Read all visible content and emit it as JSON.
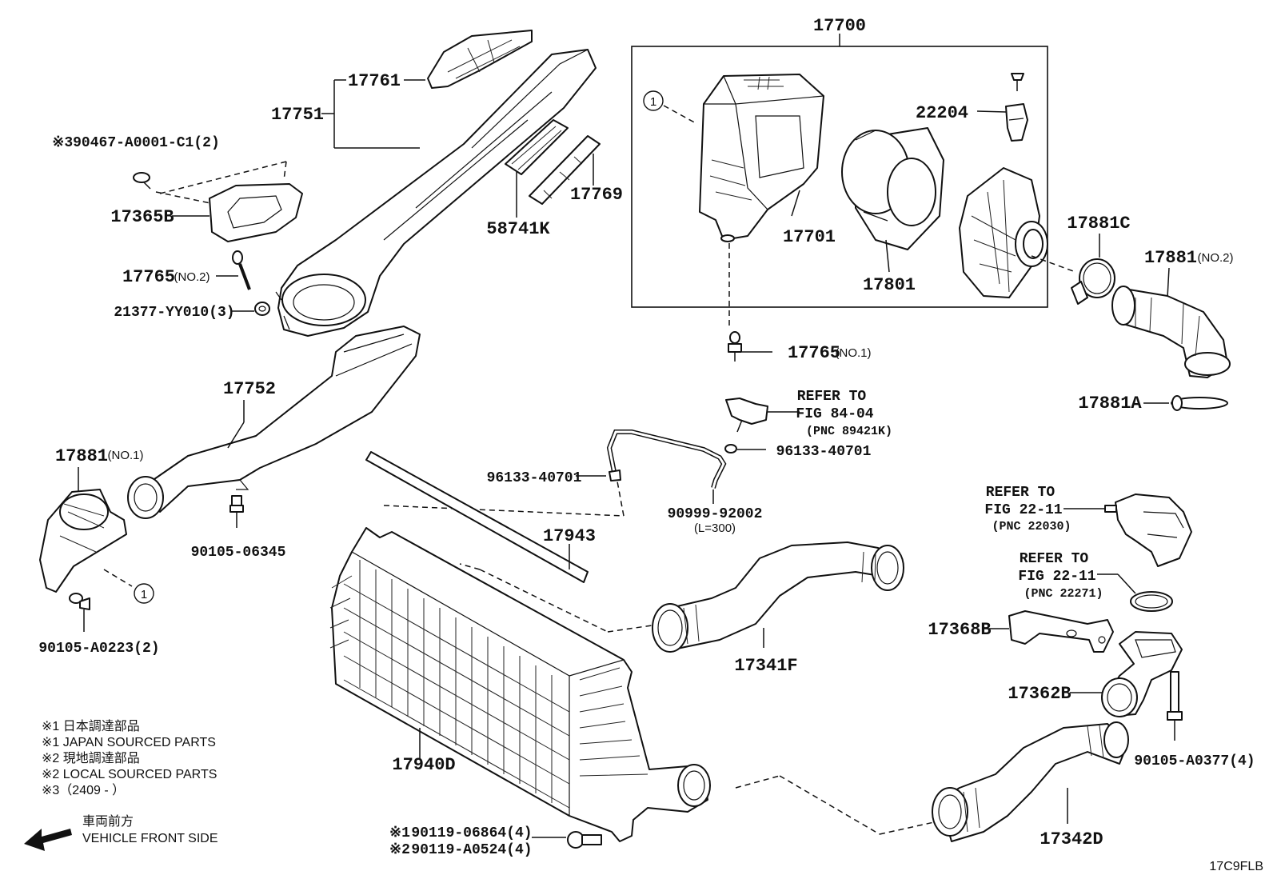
{
  "parts": {
    "air_cleaner_assy": "17700",
    "duct_17761": "17761",
    "inlet_17751": "17751",
    "clip_note": "※390467-A0001-C1(2)",
    "bracket_17365b": "17365B",
    "bolt_17765_no2": "17765",
    "bolt_17765_no2_sub": "(NO.2)",
    "nut_21377": "21377-YY010(3)",
    "seal_58741k": "58741K",
    "seal_17769": "17769",
    "case_17701": "17701",
    "element_17801": "17801",
    "sensor_22204": "22204",
    "clamp_17881c": "17881C",
    "hose_17881_no2": "17881",
    "hose_17881_no2_sub": "(NO.2)",
    "bolt_17765_no1": "17765",
    "bolt_17765_no1_sub": "(NO.1)",
    "clamp_17881a": "17881A",
    "duct_17752": "17752",
    "hose_17881_no1": "17881",
    "hose_17881_no1_sub": "(NO.1)",
    "bolt_90105_06345": "90105-06345",
    "bolt_90105_a0223": "90105-A0223(2)",
    "clip_96133_left": "96133-40701",
    "clip_96133_right": "96133-40701",
    "hose_90999": "90999-92002",
    "hose_90999_len": "(L=300)",
    "seal_17943": "17943",
    "hose_17341f": "17341F",
    "intercooler_17940d": "17940D",
    "bracket_17368b": "17368B",
    "pipe_17362b": "17362B",
    "bolt_90105_a0377": "90105-A0377(4)",
    "hose_17342d": "17342D",
    "bolt_90119_06864": "90119-06864(4)",
    "bolt_90119_a0524": "90119-A0524(4)",
    "bolt_mark_1": "※1",
    "bolt_mark_2": "※2",
    "circle_ref": "1"
  },
  "refs": {
    "fig84_line1": "REFER TO",
    "fig84_line2": "FIG 84-04",
    "fig84_pnc": "(PNC 89421K)",
    "fig22a_line1": "REFER TO",
    "fig22a_line2": "FIG 22-11",
    "fig22a_pnc": "(PNC 22030)",
    "fig22b_line1": "REFER TO",
    "fig22b_line2": "FIG 22-11",
    "fig22b_pnc": "(PNC 22271)"
  },
  "legend": {
    "line1": "※1  日本調達部品",
    "line2": "※1  JAPAN SOURCED PARTS",
    "line3": "※2  現地調達部品",
    "line4": "※2  LOCAL SOURCED PARTS",
    "line5": "※3（2409  -        ）"
  },
  "direction": {
    "jp": "車両前方",
    "en": "VEHICLE FRONT SIDE",
    "icon": "arrow-left-icon"
  },
  "figure_code": "17C9FLB"
}
